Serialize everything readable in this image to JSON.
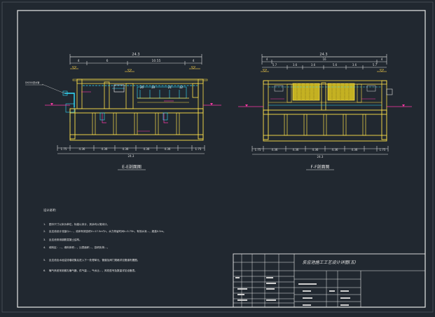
{
  "drawing": {
    "section_e": {
      "title": "E-E剖面图",
      "total_dim": "24.3",
      "top_dims": [
        "4",
        "6",
        "10.55",
        "4"
      ],
      "bottom_dims": [
        "1.75",
        "4.36",
        "4.36",
        "4.36",
        "4.36",
        "4.36",
        "1.75"
      ]
    },
    "section_f": {
      "title": "F-F剖面图",
      "total_dim": "24.3",
      "top_dims_outer": [
        "4",
        "16",
        "4"
      ],
      "top_dims_inner": [
        "5.7",
        "3.6",
        "3.6",
        "5.6",
        "3.6",
        "5.7"
      ],
      "bottom_dims": [
        "1.75",
        "4.36",
        "4.36",
        "4.36",
        "4.36",
        "4.36",
        "1.75"
      ]
    },
    "pipe_label": "DN300进水管",
    "notes": {
      "heading": "设计说明：",
      "items": [
        {
          "num": "1.",
          "text": "图中尺寸以米为单位，标高以米计，其余均以毫米计。"
        },
        {
          "num": "2.",
          "text": "反应池设计流量Q=…，池体有效容积V=17.5m³/h，水力停留时间t=3.75h，有效水深…，超高0.5m。"
        },
        {
          "num": "3.",
          "text": "反应池采用钢筋混凝土结构。"
        },
        {
          "num": "4.",
          "text": "填料区：…，填料体积…，比表面积…，容积负荷…。"
        },
        {
          "num": "5.",
          "text": "反应池出水经溢流堰收集后进入下一处理单元，管道及阀门规格详见管道布置图。"
        },
        {
          "num": "6.",
          "text": "曝气系统采用微孔曝气器，供气量…，气水比…，风机型号及数量详见设备表。"
        }
      ]
    },
    "title_block": {
      "drawing_title": "反应池施工工艺设计详图(五)"
    }
  }
}
